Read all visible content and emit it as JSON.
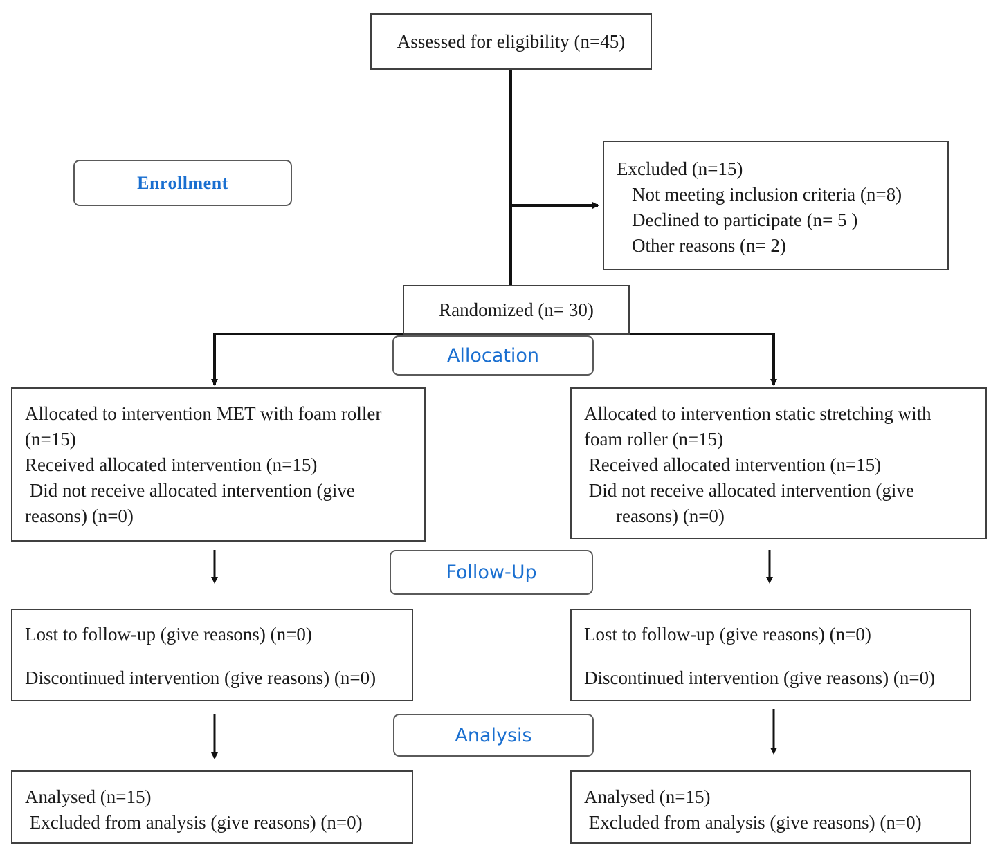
{
  "assessed": "Assessed for eligibility (n=45)",
  "excluded": {
    "title": "Excluded (n=15)",
    "items": [
      "Not meeting inclusion criteria (n=8)",
      "Declined to participate (n= 5 )",
      "Other reasons (n= 2)"
    ]
  },
  "stages": {
    "enrollment": "Enrollment",
    "allocation": "Allocation",
    "followup": "Follow-Up",
    "analysis": "Analysis"
  },
  "randomized": "Randomized (n= 30)",
  "left": {
    "allocation": [
      "Allocated to intervention MET with foam roller",
      "(n=15)",
      "Received allocated intervention (n=15)",
      " Did not receive allocated intervention (give",
      "reasons) (n=0)"
    ],
    "followup": [
      "Lost to follow-up (give reasons) (n=0)",
      "Discontinued intervention (give reasons) (n=0)"
    ],
    "analysis": [
      "Analysed (n=15)",
      " Excluded from analysis (give reasons) (n=0)"
    ]
  },
  "right": {
    "allocation": [
      "Allocated to intervention static stretching with",
      "foam roller (n=15)",
      " Received allocated intervention (n=15)",
      " Did not receive allocated intervention (give",
      "reasons) (n=0)"
    ],
    "followup": [
      "Lost to follow-up (give reasons) (n=0)",
      "Discontinued intervention (give reasons) (n=0)"
    ],
    "analysis": [
      "Analysed (n=15)",
      " Excluded from analysis (give reasons) (n=0)"
    ]
  }
}
